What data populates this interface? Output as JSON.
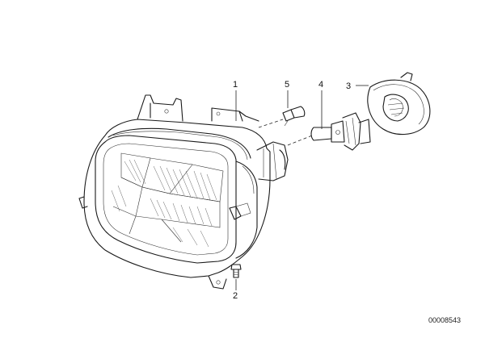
{
  "diagram": {
    "callouts": [
      {
        "id": "part-1",
        "label": "1"
      },
      {
        "id": "part-2",
        "label": "2"
      },
      {
        "id": "part-3",
        "label": "3"
      },
      {
        "id": "part-4",
        "label": "4"
      },
      {
        "id": "part-5",
        "label": "5"
      }
    ],
    "drawing_number": "00008543"
  }
}
